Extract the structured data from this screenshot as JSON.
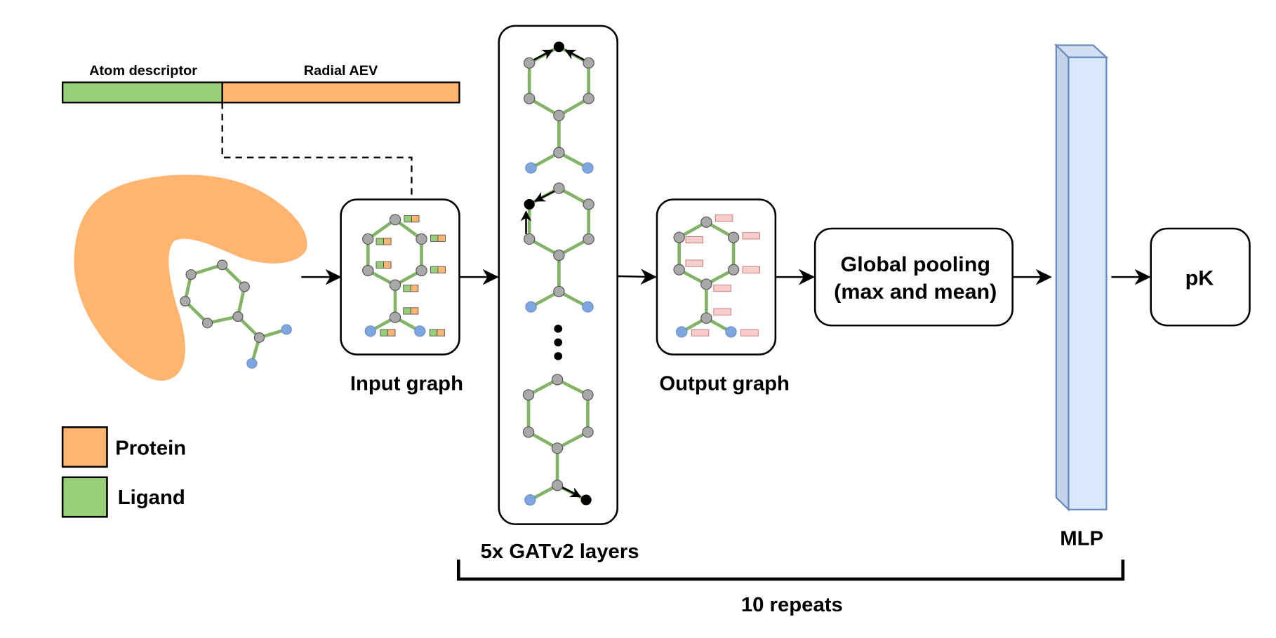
{
  "feature_vector": {
    "segments": [
      {
        "label": "Atom descriptor",
        "color": "#97d077"
      },
      {
        "label": "Radial AEV",
        "color": "#ffb570"
      }
    ]
  },
  "legend": {
    "items": [
      {
        "label": "Protein",
        "color": "#ffb570"
      },
      {
        "label": "Ligand",
        "color": "#97d077"
      }
    ]
  },
  "colors": {
    "protein": "#ffb570",
    "ligand_bond": "#82b366",
    "carbon_atom": "#a9a9a9",
    "hetero_atom": "#7ea6e0",
    "output_feature": "#f8cecc",
    "mlp_fill": "#dae8fc",
    "mlp_stroke": "#6c8ebf"
  },
  "nodes": {
    "input_graph": {
      "label": "Input graph"
    },
    "gat_layers": {
      "label": "5x GATv2 layers",
      "ellipsis": "⋮"
    },
    "output_graph": {
      "label": "Output graph"
    },
    "pooling": {
      "line1": "Global pooling",
      "line2": "(max and mean)"
    },
    "mlp": {
      "label": "MLP"
    },
    "output": {
      "label": "pK"
    }
  },
  "repeat_bracket": {
    "label": "10 repeats"
  }
}
